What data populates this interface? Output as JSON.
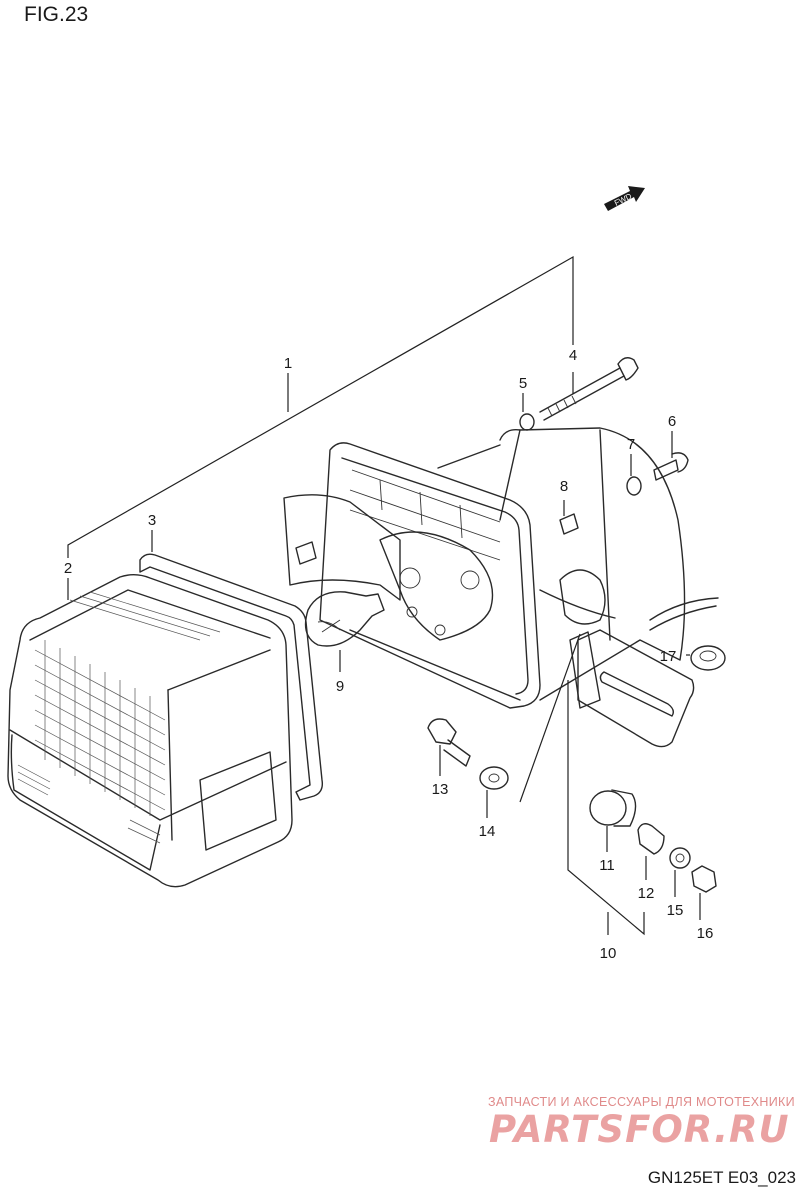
{
  "figure": {
    "title": "FIG.23"
  },
  "fwd_badge": {
    "label": "FWD",
    "icon": "fwd-arrow-icon"
  },
  "callouts": [
    {
      "id": "1",
      "label": "1"
    },
    {
      "id": "2",
      "label": "2"
    },
    {
      "id": "3",
      "label": "3"
    },
    {
      "id": "4",
      "label": "4"
    },
    {
      "id": "5",
      "label": "5"
    },
    {
      "id": "6",
      "label": "6"
    },
    {
      "id": "7",
      "label": "7"
    },
    {
      "id": "8",
      "label": "8"
    },
    {
      "id": "9",
      "label": "9"
    },
    {
      "id": "10",
      "label": "10"
    },
    {
      "id": "11",
      "label": "11"
    },
    {
      "id": "12",
      "label": "12"
    },
    {
      "id": "13",
      "label": "13"
    },
    {
      "id": "14",
      "label": "14"
    },
    {
      "id": "15",
      "label": "15"
    },
    {
      "id": "16",
      "label": "16"
    },
    {
      "id": "17",
      "label": "17"
    }
  ],
  "watermark": {
    "tagline": "ЗАПЧАСТИ И АКСЕССУАРЫ ДЛЯ МОТОТЕХНИКИ",
    "logo": "PARTSFOR.RU",
    "color": "#e08a8a"
  },
  "drawing_id": "GN125ET E03_023"
}
